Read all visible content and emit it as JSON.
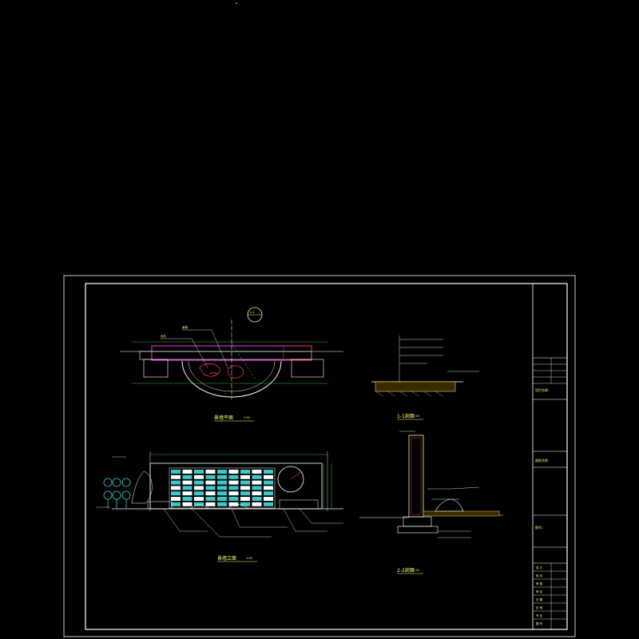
{
  "plan": {
    "title": "景墙平面",
    "scale": "1:50",
    "section_marker": "2-2",
    "note_a": "景墙",
    "note_b": "毛石"
  },
  "elevation": {
    "title": "景墙立面",
    "scale": "1:50"
  },
  "section11": {
    "title": "1-1剖面",
    "scale": "1:20"
  },
  "section22": {
    "title": "2-2剖面",
    "scale": "1:20"
  },
  "sheet": {
    "project_label": "项目名称：",
    "drawing_label": "图纸名称：",
    "number_label": "图号：",
    "rows": [
      "设 计",
      "校 对",
      "审 核",
      "审 定",
      "日 期",
      "比 例",
      "专 业",
      "图 号"
    ]
  },
  "colors": {
    "border": "#ffffff",
    "wall": "#ff33ff",
    "tile": "#33cccc",
    "text": "#ffff66",
    "dims": "#33ff33",
    "rock": "#ff3333"
  }
}
